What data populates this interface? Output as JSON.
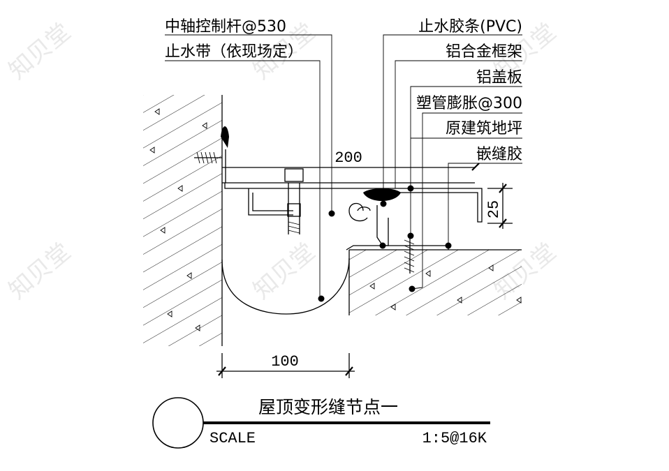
{
  "labels_left": [
    "中轴控制杆@530",
    "止水带（依现场定）"
  ],
  "labels_right": [
    "止水胶条(PVC)",
    "铝合金框架",
    "铝盖板",
    "塑管膨胀@300",
    "原建筑地坪",
    "嵌缝胶"
  ],
  "dimensions": {
    "d200": "200",
    "d25": "25",
    "d100": "100"
  },
  "title": "屋顶变形缝节点一",
  "scale_label": "SCALE",
  "scale_value": "1:5@16K",
  "watermark": "知贝堂"
}
